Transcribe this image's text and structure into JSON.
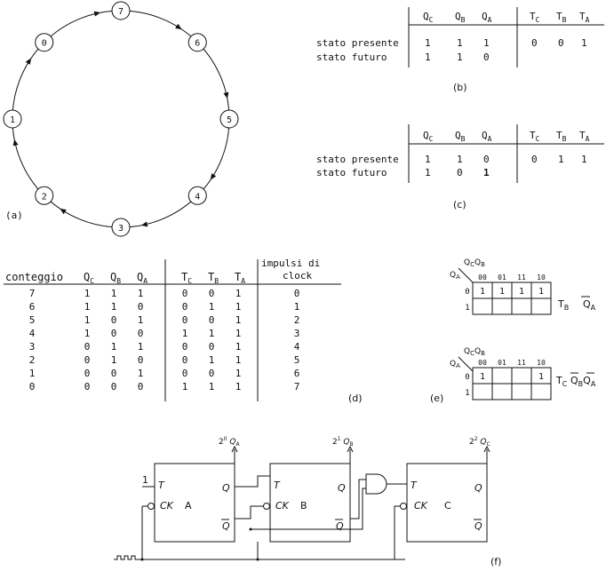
{
  "labels": {
    "a": "(a)",
    "b": "(b)",
    "c": "(c)",
    "d": "(d)",
    "e": "(e)",
    "f": "(f)"
  },
  "state_diagram": {
    "nodes": [
      "7",
      "6",
      "5",
      "4",
      "3",
      "2",
      "1",
      "0"
    ]
  },
  "table_b": {
    "headers": [
      "Q_C",
      "Q_B",
      "Q_A",
      "T_C",
      "T_B",
      "T_A"
    ],
    "rows": [
      {
        "label": "stato presente",
        "q": [
          "1",
          "1",
          "1"
        ],
        "t": [
          "0",
          "0",
          "1"
        ]
      },
      {
        "label": "stato futuro",
        "q": [
          "1",
          "1",
          "0"
        ],
        "t": []
      }
    ]
  },
  "table_c": {
    "headers": [
      "Q_C",
      "Q_B",
      "Q_A",
      "T_C",
      "T_B",
      "T_A"
    ],
    "rows": [
      {
        "label": "stato presente",
        "q": [
          "1",
          "1",
          "0"
        ],
        "t": [
          "0",
          "1",
          "1"
        ]
      },
      {
        "label": "stato futuro",
        "q": [
          "1",
          "0",
          "1"
        ],
        "t": []
      }
    ]
  },
  "table_d": {
    "col_conteggio": "conteggio",
    "headers": [
      "Q_C",
      "Q_B",
      "Q_A",
      "T_C",
      "T_B",
      "T_A"
    ],
    "col_impulsi_1": "impulsi di",
    "col_impulsi_2": "clock",
    "rows": [
      [
        "7",
        "1",
        "1",
        "1",
        "0",
        "0",
        "1",
        "0"
      ],
      [
        "6",
        "1",
        "1",
        "0",
        "0",
        "1",
        "1",
        "1"
      ],
      [
        "5",
        "1",
        "0",
        "1",
        "0",
        "0",
        "1",
        "2"
      ],
      [
        "4",
        "1",
        "0",
        "0",
        "1",
        "1",
        "1",
        "3"
      ],
      [
        "3",
        "0",
        "1",
        "1",
        "0",
        "0",
        "1",
        "4"
      ],
      [
        "2",
        "0",
        "1",
        "0",
        "0",
        "1",
        "1",
        "5"
      ],
      [
        "1",
        "0",
        "0",
        "1",
        "0",
        "0",
        "1",
        "6"
      ],
      [
        "0",
        "0",
        "0",
        "0",
        "1",
        "1",
        "1",
        "7"
      ]
    ]
  },
  "kmap_top": {
    "col_header": "Q_C Q_B",
    "row_header": "Q_A",
    "cols": [
      "00",
      "01",
      "11",
      "10"
    ],
    "rows": [
      "0",
      "1"
    ],
    "cells": [
      [
        "1",
        "1",
        "1",
        "1"
      ],
      [
        "",
        "",
        "",
        ""
      ]
    ],
    "var": "T_B",
    "expr": "Q̄_A"
  },
  "kmap_bottom": {
    "col_header": "Q_C Q_B",
    "row_header": "Q_A",
    "cols": [
      "00",
      "01",
      "11",
      "10"
    ],
    "rows": [
      "0",
      "1"
    ],
    "cells": [
      [
        "1",
        "",
        "",
        "1"
      ],
      [
        "",
        "",
        "",
        ""
      ]
    ],
    "var": "T_C",
    "expr": "Q̄_B Q̄_A"
  },
  "circuit": {
    "ff_a": {
      "name": "A",
      "t": "T",
      "ck": "CK",
      "q": "Q",
      "qbar": "Q"
    },
    "ff_b": {
      "name": "B",
      "t": "T",
      "ck": "CK",
      "q": "Q",
      "qbar": "Q"
    },
    "ff_c": {
      "name": "C",
      "t": "T",
      "ck": "CK",
      "q": "Q",
      "qbar": "Q"
    },
    "input_one": "1",
    "out_a": "2⁰ Q_A",
    "out_b": "2¹ Q_B",
    "out_c": "2² Q_C"
  }
}
